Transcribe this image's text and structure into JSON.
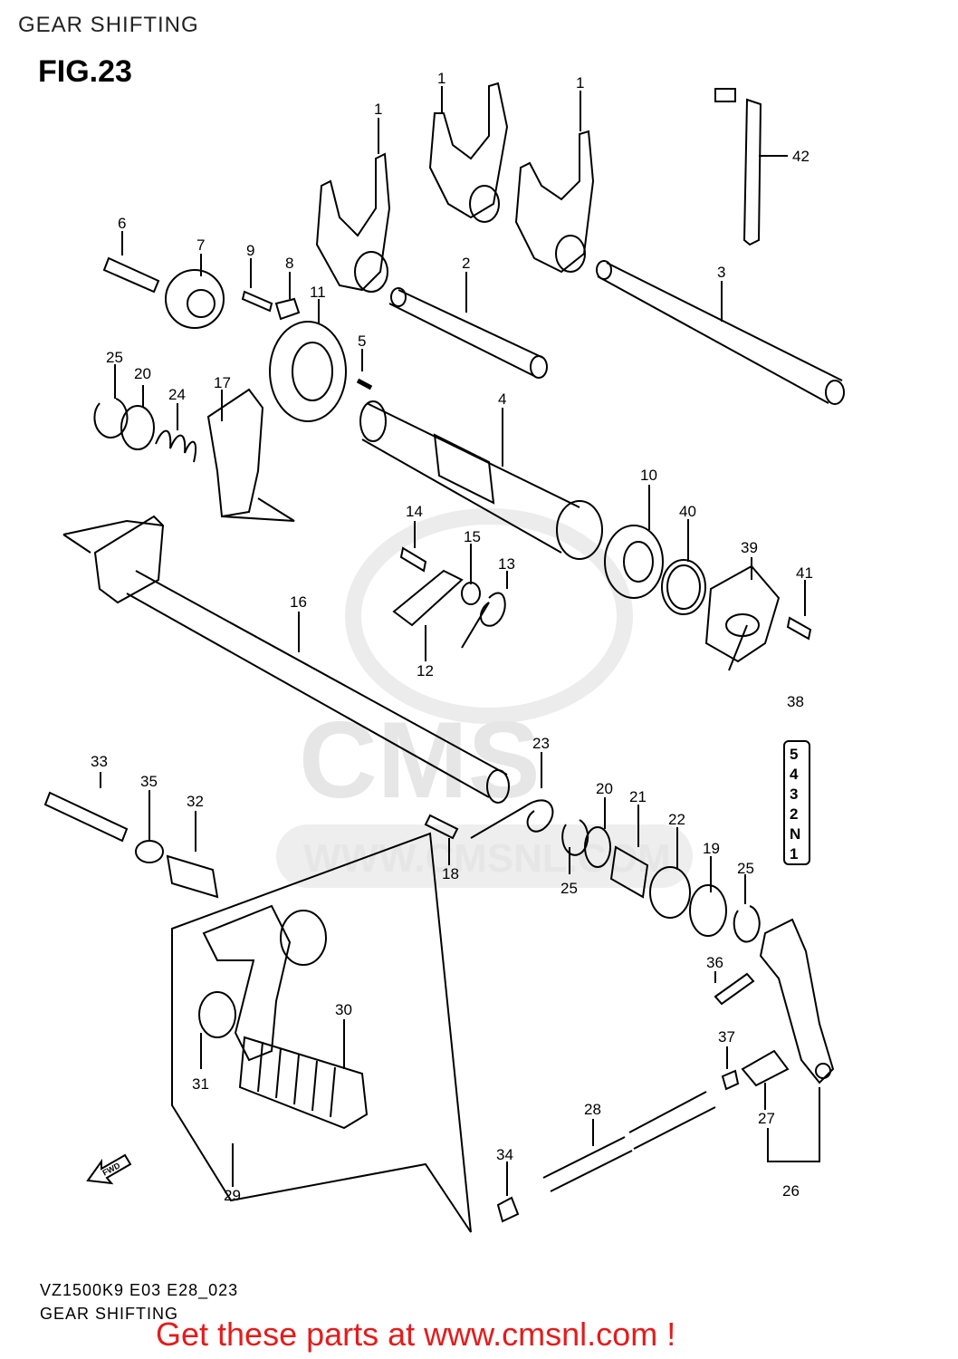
{
  "header": {
    "title": "GEAR SHIFTING"
  },
  "figure": {
    "label": "FIG.23"
  },
  "watermark": {
    "brand": "CMS",
    "url": "WWW.CMSNL.COM"
  },
  "callouts": [
    "1",
    "1",
    "1",
    "2",
    "3",
    "4",
    "5",
    "6",
    "7",
    "8",
    "9",
    "10",
    "11",
    "12",
    "13",
    "14",
    "15",
    "16",
    "17",
    "18",
    "19",
    "20",
    "20",
    "21",
    "22",
    "23",
    "24",
    "25",
    "25",
    "25",
    "26",
    "27",
    "28",
    "29",
    "30",
    "31",
    "32",
    "33",
    "34",
    "35",
    "36",
    "37",
    "38",
    "39",
    "40",
    "41",
    "42"
  ],
  "gear_indicator": [
    "5",
    "4",
    "3",
    "2",
    "N",
    "1"
  ],
  "fwd_arrow": {
    "label": "FWD"
  },
  "footer": {
    "code": "VZ1500K9 E03 E28_023",
    "title": "GEAR SHIFTING"
  },
  "promo": {
    "text": "Get these parts at www.cmsnl.com !",
    "color": "#e31c1c"
  }
}
